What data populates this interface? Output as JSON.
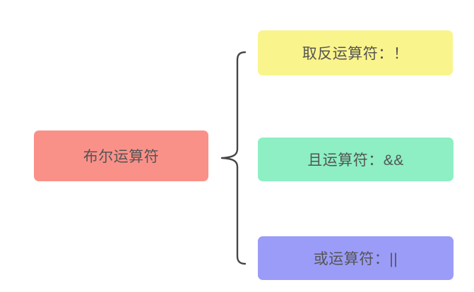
{
  "diagram": {
    "type": "mindmap",
    "topic": "Boolean operators overview",
    "root": {
      "label": "布尔运算符",
      "bg_color": "#FA9189",
      "text_color": "#545454"
    },
    "children": [
      {
        "label": "取反运算符：！",
        "bg_color": "#FAF48C"
      },
      {
        "label": "且运算符：&&",
        "bg_color": "#8DEFC3"
      },
      {
        "label": "或运算符：||",
        "bg_color": "#9B9CF8"
      }
    ],
    "connector": {
      "shape": "curly-brace",
      "color": "#454545"
    }
  }
}
